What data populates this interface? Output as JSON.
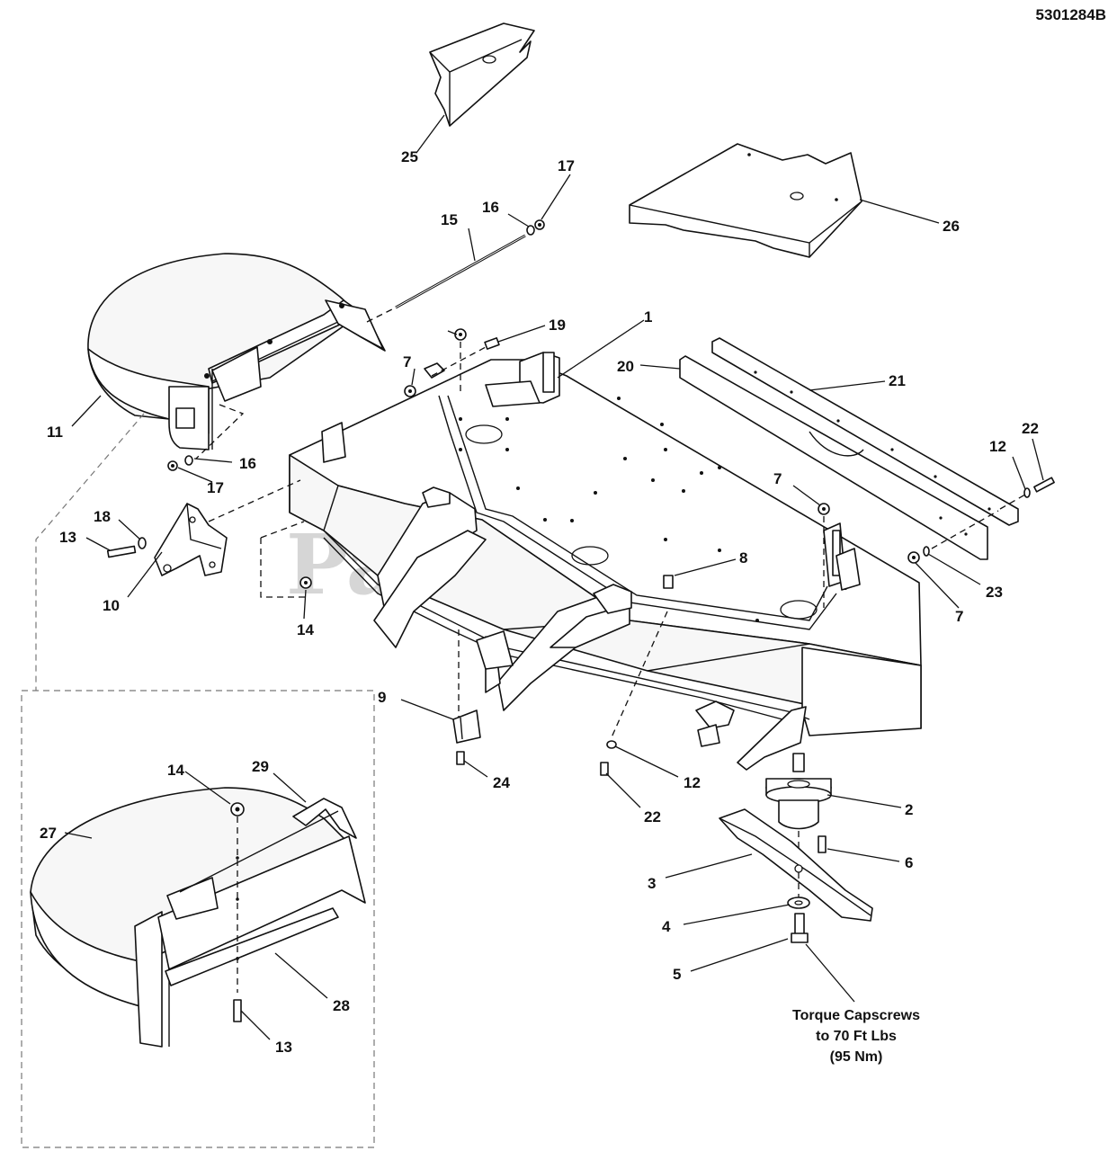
{
  "document": {
    "id": "5301284B",
    "watermark": "PartsTree",
    "torque_note": [
      "Torque Capscrews",
      "to 70 Ft Lbs",
      "(95 Nm)"
    ]
  },
  "callouts": [
    {
      "name": "callout-1",
      "label": "1"
    },
    {
      "name": "callout-2",
      "label": "2"
    },
    {
      "name": "callout-3",
      "label": "3"
    },
    {
      "name": "callout-4",
      "label": "4"
    },
    {
      "name": "callout-5",
      "label": "5"
    },
    {
      "name": "callout-6",
      "label": "6"
    },
    {
      "name": "callout-7-top",
      "label": "7"
    },
    {
      "name": "callout-7-mid",
      "label": "7"
    },
    {
      "name": "callout-7-right",
      "label": "7"
    },
    {
      "name": "callout-8",
      "label": "8"
    },
    {
      "name": "callout-9",
      "label": "9"
    },
    {
      "name": "callout-10",
      "label": "10"
    },
    {
      "name": "callout-11",
      "label": "11"
    },
    {
      "name": "callout-12-right",
      "label": "12"
    },
    {
      "name": "callout-12-mid",
      "label": "12"
    },
    {
      "name": "callout-13-left",
      "label": "13"
    },
    {
      "name": "callout-13-inset",
      "label": "13"
    },
    {
      "name": "callout-14-deck",
      "label": "14"
    },
    {
      "name": "callout-14-inset",
      "label": "14"
    },
    {
      "name": "callout-15",
      "label": "15"
    },
    {
      "name": "callout-16-top",
      "label": "16"
    },
    {
      "name": "callout-16-left",
      "label": "16"
    },
    {
      "name": "callout-17-top",
      "label": "17"
    },
    {
      "name": "callout-17-left",
      "label": "17"
    },
    {
      "name": "callout-18",
      "label": "18"
    },
    {
      "name": "callout-19",
      "label": "19"
    },
    {
      "name": "callout-20",
      "label": "20"
    },
    {
      "name": "callout-21",
      "label": "21"
    },
    {
      "name": "callout-22-right",
      "label": "22"
    },
    {
      "name": "callout-22-mid",
      "label": "22"
    },
    {
      "name": "callout-23",
      "label": "23"
    },
    {
      "name": "callout-24",
      "label": "24"
    },
    {
      "name": "callout-25",
      "label": "25"
    },
    {
      "name": "callout-26",
      "label": "26"
    },
    {
      "name": "callout-27",
      "label": "27"
    },
    {
      "name": "callout-28",
      "label": "28"
    },
    {
      "name": "callout-29",
      "label": "29"
    }
  ]
}
